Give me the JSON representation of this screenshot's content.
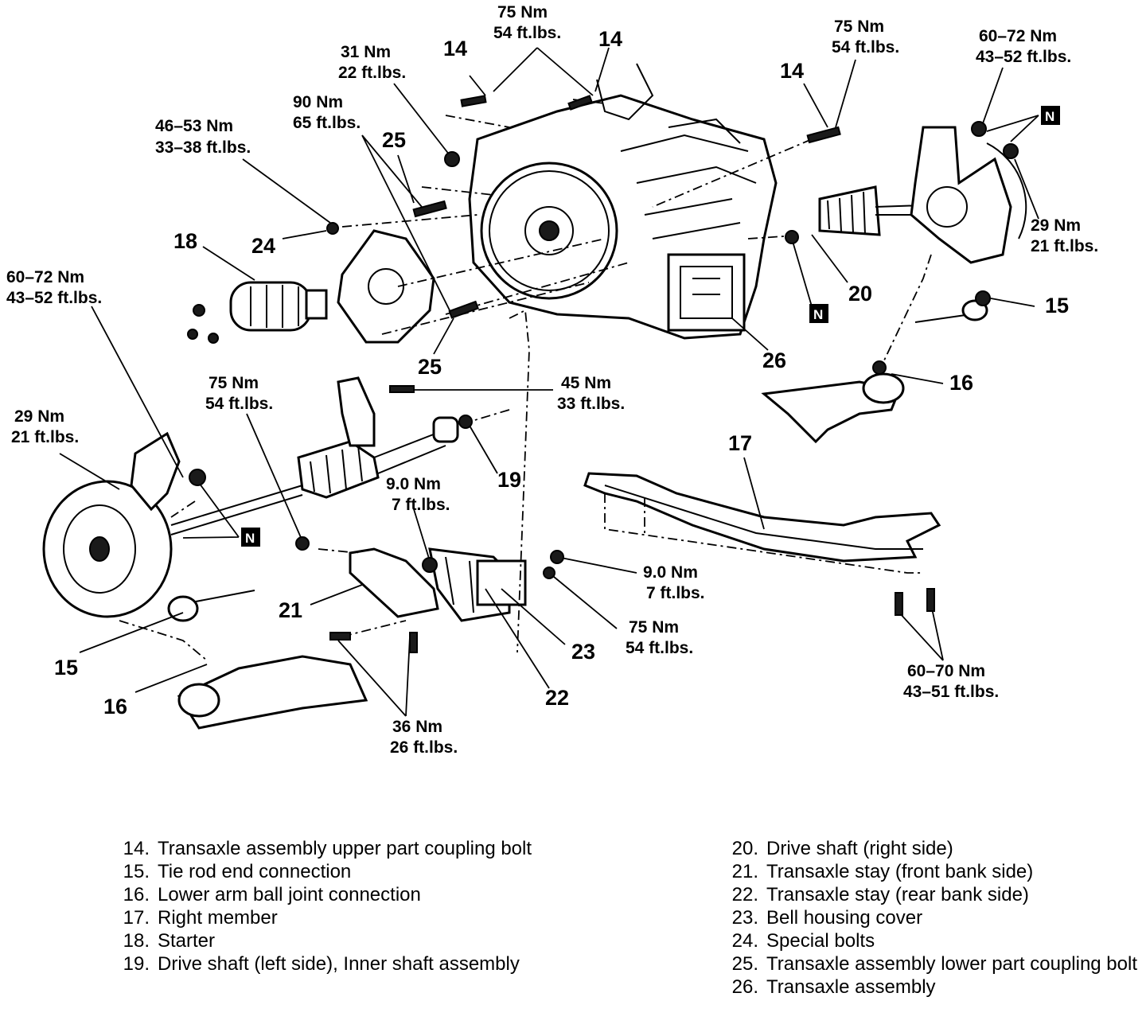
{
  "torque_labels": {
    "t_75_top": {
      "nm": "75 Nm",
      "ft": "54 ft.lbs."
    },
    "t_31": {
      "nm": "31 Nm",
      "ft": "22 ft.lbs."
    },
    "t_90": {
      "nm": "90 Nm",
      "ft": "65 ft.lbs."
    },
    "t_46": {
      "nm": "46–53 Nm",
      "ft": "33–38 ft.lbs."
    },
    "t_75_right": {
      "nm": "75 Nm",
      "ft": "54 ft.lbs."
    },
    "t_60_72_right": {
      "nm": "60–72 Nm",
      "ft": "43–52 ft.lbs."
    },
    "t_29_right": {
      "nm": "29 Nm",
      "ft": "21 ft.lbs."
    },
    "t_60_72_left": {
      "nm": "60–72 Nm",
      "ft": "43–52 ft.lbs."
    },
    "t_29_left": {
      "nm": "29 Nm",
      "ft": "21 ft.lbs."
    },
    "t_75_mid": {
      "nm": "75 Nm",
      "ft": "54 ft.lbs."
    },
    "t_45": {
      "nm": "45 Nm",
      "ft": "33 ft.lbs."
    },
    "t_9_left": {
      "nm": "9.0 Nm",
      "ft": "7 ft.lbs."
    },
    "t_9_right": {
      "nm": "9.0 Nm",
      "ft": "7 ft.lbs."
    },
    "t_75_low": {
      "nm": "75 Nm",
      "ft": "54 ft.lbs."
    },
    "t_36": {
      "nm": "36 Nm",
      "ft": "26 ft.lbs."
    },
    "t_60_70": {
      "nm": "60–70 Nm",
      "ft": "43–51 ft.lbs."
    }
  },
  "callouts": {
    "c14a": "14",
    "c14b": "14",
    "c14c": "14",
    "c25a": "25",
    "c25b": "25",
    "c24": "24",
    "c18": "18",
    "c26": "26",
    "c20": "20",
    "c15a": "15",
    "c15b": "15",
    "c16a": "16",
    "c16b": "16",
    "c17": "17",
    "c19": "19",
    "c21": "21",
    "c22": "22",
    "c23": "23"
  },
  "n_marker": "N",
  "legend_left": [
    {
      "num": "14.",
      "text": "Transaxle assembly upper part coupling bolt"
    },
    {
      "num": "15.",
      "text": "Tie rod end connection"
    },
    {
      "num": "16.",
      "text": "Lower arm ball joint connection"
    },
    {
      "num": "17.",
      "text": "Right member"
    },
    {
      "num": "18.",
      "text": "Starter"
    },
    {
      "num": "19.",
      "text": "Drive shaft (left side), Inner shaft assembly"
    }
  ],
  "legend_right": [
    {
      "num": "20.",
      "text": "Drive shaft (right side)"
    },
    {
      "num": "21.",
      "text": "Transaxle stay (front bank side)"
    },
    {
      "num": "22.",
      "text": "Transaxle stay (rear bank side)"
    },
    {
      "num": "23.",
      "text": "Bell housing cover"
    },
    {
      "num": "24.",
      "text": "Special bolts"
    },
    {
      "num": "25.",
      "text": "Transaxle assembly lower part coupling bolt"
    },
    {
      "num": "26.",
      "text": "Transaxle assembly"
    }
  ]
}
